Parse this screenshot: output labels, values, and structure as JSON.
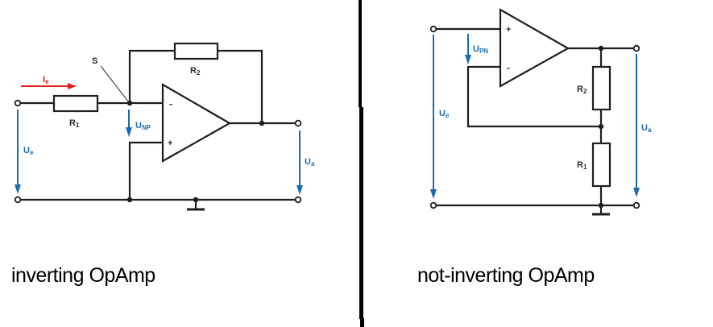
{
  "colors": {
    "wire": "#1e1e1e",
    "voltage_arrow": "#1a6bb0",
    "current_arrow": "#e0201b",
    "background": "#ffffff"
  },
  "inverting": {
    "caption": "inverting OpAmp",
    "labels": {
      "current": {
        "main": "I",
        "sub": "e"
      },
      "node": "S",
      "r1": {
        "main": "R",
        "sub": "1"
      },
      "r2": {
        "main": "R",
        "sub": "2"
      },
      "minus": "-",
      "plus": "+",
      "u_np": {
        "main": "U",
        "sub": "NP"
      },
      "u_e": {
        "main": "U",
        "sub": "e"
      },
      "u_a": {
        "main": "U",
        "sub": "a"
      }
    }
  },
  "non_inverting": {
    "caption": "not-inverting OpAmp",
    "labels": {
      "plus": "+",
      "minus": "-",
      "u_pn": {
        "main": "U",
        "sub": "PN"
      },
      "u_e": {
        "main": "U",
        "sub": "e"
      },
      "u_a": {
        "main": "U",
        "sub": "a"
      },
      "r1": {
        "main": "R",
        "sub": "1"
      },
      "r2": {
        "main": "R",
        "sub": "2"
      }
    }
  }
}
